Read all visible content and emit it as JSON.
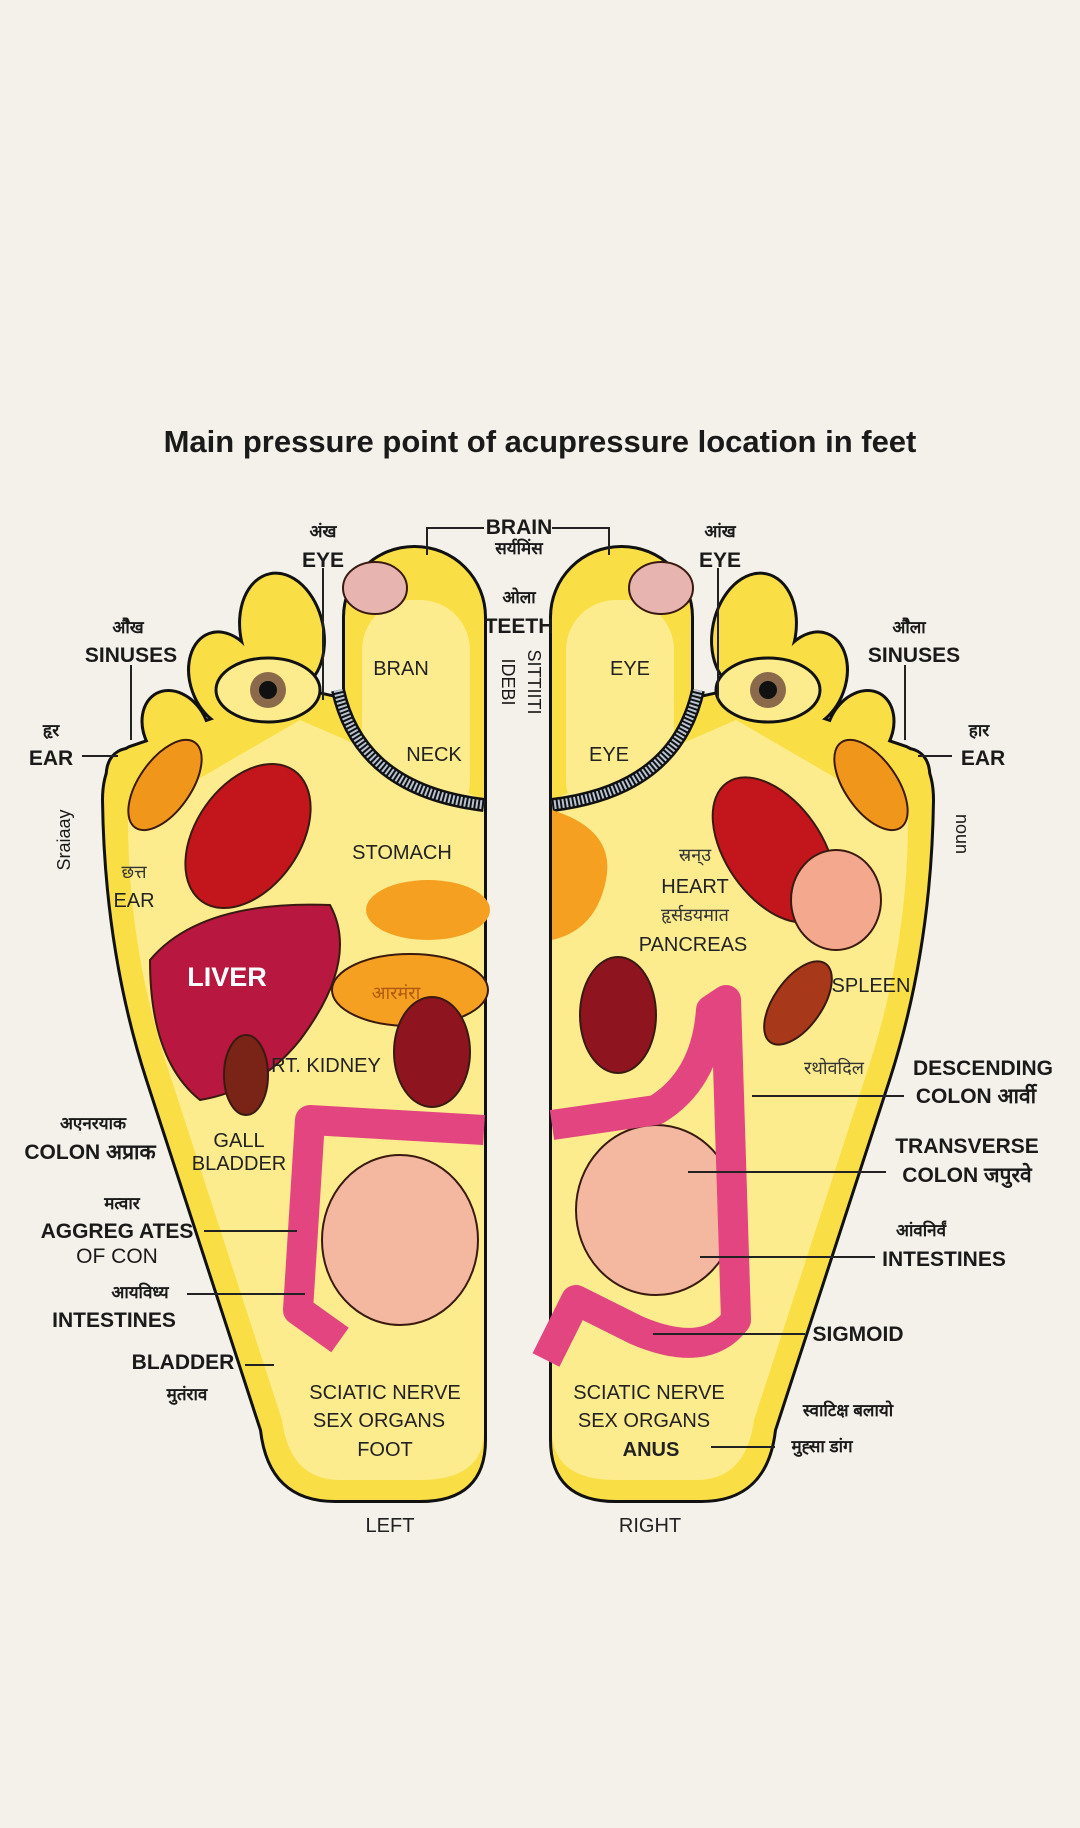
{
  "title": "Main pressure point of acupressure location in feet",
  "colors": {
    "background": "#f3f1ea",
    "foot_yellow": "#f9df45",
    "foot_inner": "#fcec8e",
    "lung_red": "#c3161c",
    "liver_crimson": "#b8173f",
    "orange": "#f5a020",
    "colon_pink": "#e2457f",
    "intestine_peach": "#f4b8a0",
    "kidney_maroon": "#8e1420",
    "spleen_brown": "#a8381a"
  },
  "feet": {
    "left": "LEFT",
    "right": "RIGHT"
  },
  "center": {
    "brain": "BRAIN",
    "brain_hi": "सर्यमिंस",
    "teeth_hi": "ओला",
    "teeth": "TEETH",
    "rot_a": "IDEBI",
    "rot_b": "SITTIITI"
  },
  "left": {
    "eye_hi": "अंख",
    "eye": "EYE",
    "sinuses_hi": "औेख",
    "sinuses": "SINUSES",
    "ear_hi": "हृर",
    "ear": "EAR",
    "rot_side": "Sraiaay",
    "ear2_hi": "छत्त",
    "ear2": "EAR",
    "bran": "BRAN",
    "neck": "NECK",
    "stomach": "STOMACH",
    "liver": "LIVER",
    "pancreas_hi": "आरमंरा",
    "rt_kidney": "RT. KIDNEY",
    "gall": "GALL",
    "bladder_in": "BLADDER",
    "colon_hi": "अएनरयाक",
    "colon": "COLON अप्राक",
    "aggr_hi": "मत्वार",
    "aggr": "AGGREG ATES",
    "aggr2": "OF CON",
    "intest_hi": "आयविध्य",
    "intestines": "INTESTINES",
    "bladder": "BLADDER",
    "bladder_hi": "मुतंराव",
    "sciatic": "SCIATIC NERVE",
    "sex": "SEX ORGANS",
    "foot": "FOOT"
  },
  "right": {
    "eye_hi": "आंख",
    "eye": "EYE",
    "eye_toe1": "EYE",
    "eye_toe2": "EYE",
    "sinuses_hi": "औेला",
    "sinuses": "SINUSES",
    "ear_hi": "हार",
    "ear": "EAR",
    "rot_side": "noun",
    "heart_hi": "स्रन्उ",
    "heart": "HEART",
    "pancreas_hi": "हृर्सडयमात",
    "pancreas": "PANCREAS",
    "spleen": "SPLEEN",
    "spleen_hi": "रथोवदिल",
    "desc": "DESCENDING",
    "desc2": "COLON आर्वी",
    "trans": "TRANSVERSE",
    "trans2": "COLON जपुरवे",
    "intest_hi": "आंवनिर्वं",
    "intestines": "INTESTINES",
    "sigmoid": "SIGMOID",
    "sciatic": "SCIATIC NERVE",
    "sex": "SEX ORGANS",
    "anus": "ANUS",
    "anus_hi1": "स्वाटिक्ष बलायो",
    "anus_hi2": "मुह्सा डांग"
  }
}
